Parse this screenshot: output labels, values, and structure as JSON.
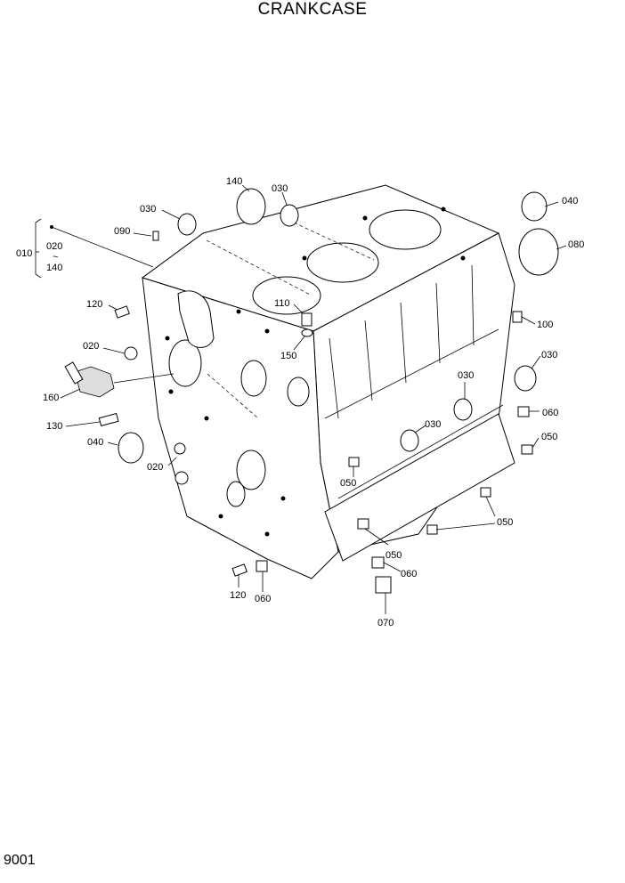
{
  "header": {
    "title": "CRANKCASE"
  },
  "footer": {
    "page_number": "9001"
  },
  "group": {
    "ref": "010",
    "range_start": "020",
    "range_sep": "~",
    "range_end": "140"
  },
  "callouts": {
    "c140": "140",
    "c030a": "030",
    "c030b": "030",
    "c090": "090",
    "c040a": "040",
    "c080": "080",
    "c120a": "120",
    "c110": "110",
    "c150": "150",
    "c100": "100",
    "c020a": "020",
    "c030c": "030",
    "c030d": "030",
    "c160": "160",
    "c060a": "060",
    "c130": "130",
    "c030e": "030",
    "c050a": "050",
    "c040b": "040",
    "c020b": "020",
    "c050b": "050",
    "c050c": "050",
    "c050d": "050",
    "c060b": "060",
    "c120b": "120",
    "c060c": "060",
    "c070": "070"
  }
}
